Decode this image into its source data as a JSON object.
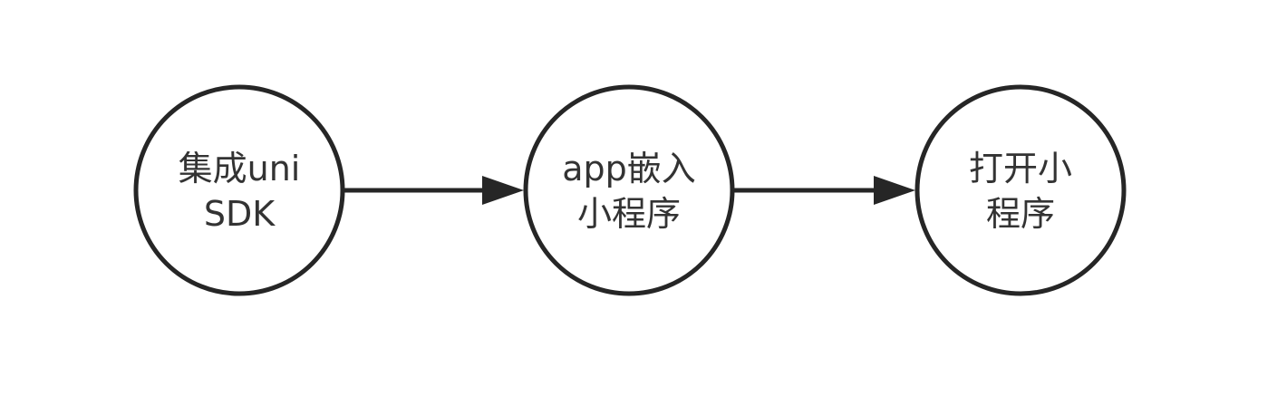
{
  "colors": {
    "background": "#ffffff",
    "stroke": "#262626",
    "text": "#333333"
  },
  "diagram": {
    "nodes": [
      {
        "id": "step-1",
        "line1": "集成uni",
        "line2": "SDK"
      },
      {
        "id": "step-2",
        "line1": "app嵌入",
        "line2": "小程序"
      },
      {
        "id": "step-3",
        "line1": "打开小",
        "line2": "程序"
      }
    ],
    "edges": [
      {
        "from": "step-1",
        "to": "step-2"
      },
      {
        "from": "step-2",
        "to": "step-3"
      }
    ]
  }
}
